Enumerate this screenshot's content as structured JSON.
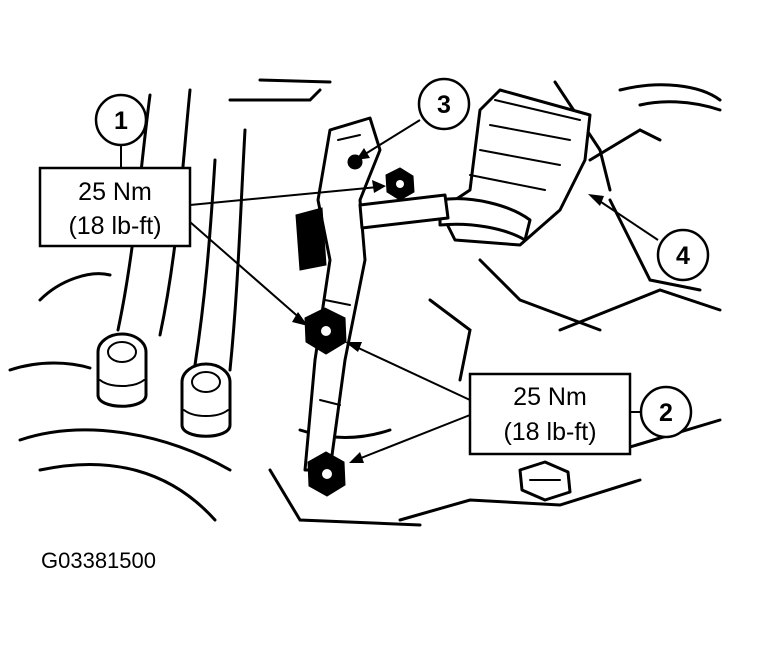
{
  "callouts": {
    "one": {
      "number": "1",
      "line1": "25 Nm",
      "line2": "(18 lb-ft)"
    },
    "two": {
      "number": "2",
      "line1": "25 Nm",
      "line2": "(18 lb-ft)"
    },
    "three": {
      "number": "3"
    },
    "four": {
      "number": "4"
    }
  },
  "figure_id": "G03381500"
}
